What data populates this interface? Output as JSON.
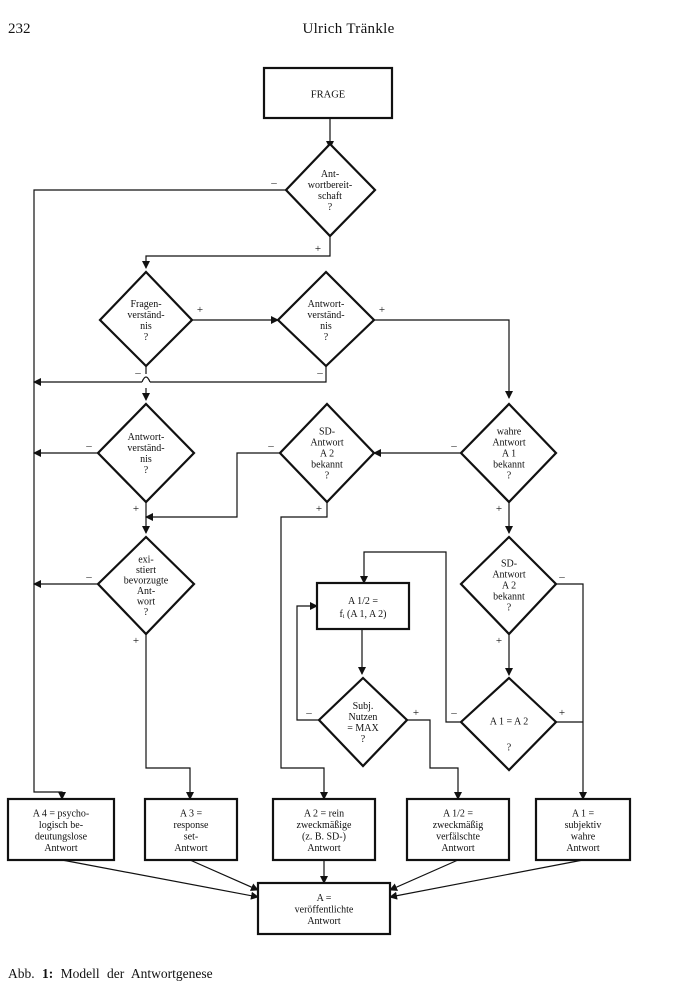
{
  "header": {
    "page_number": "232",
    "author": "Ulrich Tränkle"
  },
  "caption": {
    "prefix": "Abb.",
    "number": "1:",
    "text": "Modell der Antwortgenese"
  },
  "nodes": {
    "frage": [
      "FRAGE"
    ],
    "antwortbereitschaft": [
      "Ant-",
      "wortbereit-",
      "schaft",
      "?"
    ],
    "fragenverstaendnis": [
      "Fragen-",
      "verständ-",
      "nis",
      "?"
    ],
    "antwortverstaendnis_top": [
      "Antwort-",
      "verständ-",
      "nis",
      "?"
    ],
    "antwortverstaendnis_left": [
      "Antwort-",
      "verständ-",
      "nis",
      "?"
    ],
    "sd_antwort_a2_mid": [
      "SD-",
      "Antwort",
      "A 2",
      "bekannt",
      "?"
    ],
    "wahre_antwort_a1": [
      "wahre",
      "Antwort",
      "A 1",
      "bekannt",
      "?"
    ],
    "existiert_bevorzugte": [
      "exi-",
      "stiert",
      "bevorzugte",
      "Ant-",
      "wort",
      "?"
    ],
    "sd_antwort_a2_right": [
      "SD-",
      "Antwort",
      "A 2",
      "bekannt",
      "?"
    ],
    "a12_function": [
      "A 1/2 =",
      "fᵢ (A 1, A 2)"
    ],
    "subj_nutzen": [
      "Subj.",
      "Nutzen",
      "= MAX",
      "?"
    ],
    "a1_eq_a2": [
      "A 1 = A 2",
      "?"
    ],
    "a4": [
      "A 4 = psycho-",
      "logisch be-",
      "deutungslose",
      "Antwort"
    ],
    "a3": [
      "A 3 =",
      "response",
      "set-",
      "Antwort"
    ],
    "a2": [
      "A 2 = rein",
      "zweckmäßige",
      "(z. B. SD-)",
      "Antwort"
    ],
    "a12_result": [
      "A 1/2 =",
      "zweckmäßig",
      "verfälschte",
      "Antwort"
    ],
    "a1": [
      "A 1 =",
      "subjektiv",
      "wahre",
      "Antwort"
    ],
    "a_final": [
      "A =",
      "veröffentlichte",
      "Antwort"
    ]
  },
  "signs": {
    "plus": "+",
    "minus": "–"
  }
}
